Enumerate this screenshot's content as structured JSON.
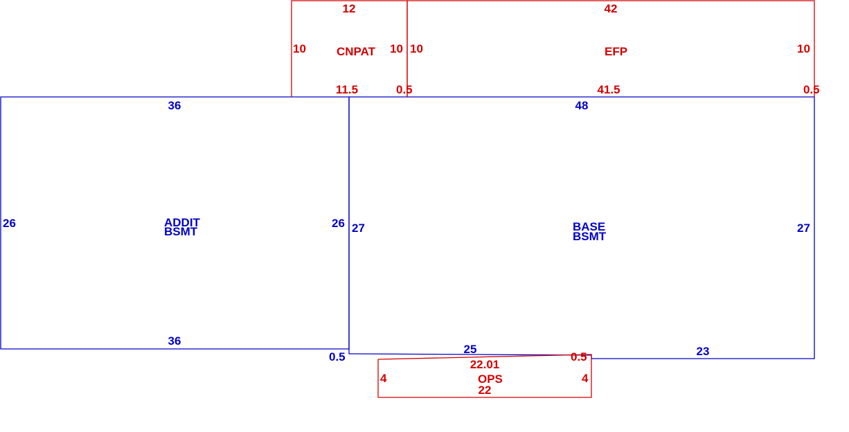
{
  "colors": {
    "red": "#d40000",
    "blue": "#0000c8",
    "background": "#ffffff"
  },
  "areas": {
    "addit": {
      "label_line1": "ADDIT",
      "label_line2": "BSMT",
      "top": "36",
      "bottom": "36",
      "left": "26",
      "right": "26",
      "jog": "0.5"
    },
    "base": {
      "label_line1": "BASE",
      "label_line2": "BSMT",
      "top": "48",
      "left": "27",
      "right": "27",
      "bottom_left": "25",
      "bottom_right": "23",
      "jog": "0.5"
    },
    "cnpat": {
      "label": "CNPAT",
      "top": "12",
      "left": "10",
      "right": "10",
      "bottom": "11.5",
      "bottom_jog": "0.5"
    },
    "efp": {
      "label": "EFP",
      "top": "42",
      "left": "10",
      "right": "10",
      "bottom": "41.5",
      "bottom_jog": "0.5"
    },
    "ops": {
      "label": "OPS",
      "top": "22.01",
      "bottom": "22",
      "left": "4",
      "right": "4"
    }
  }
}
